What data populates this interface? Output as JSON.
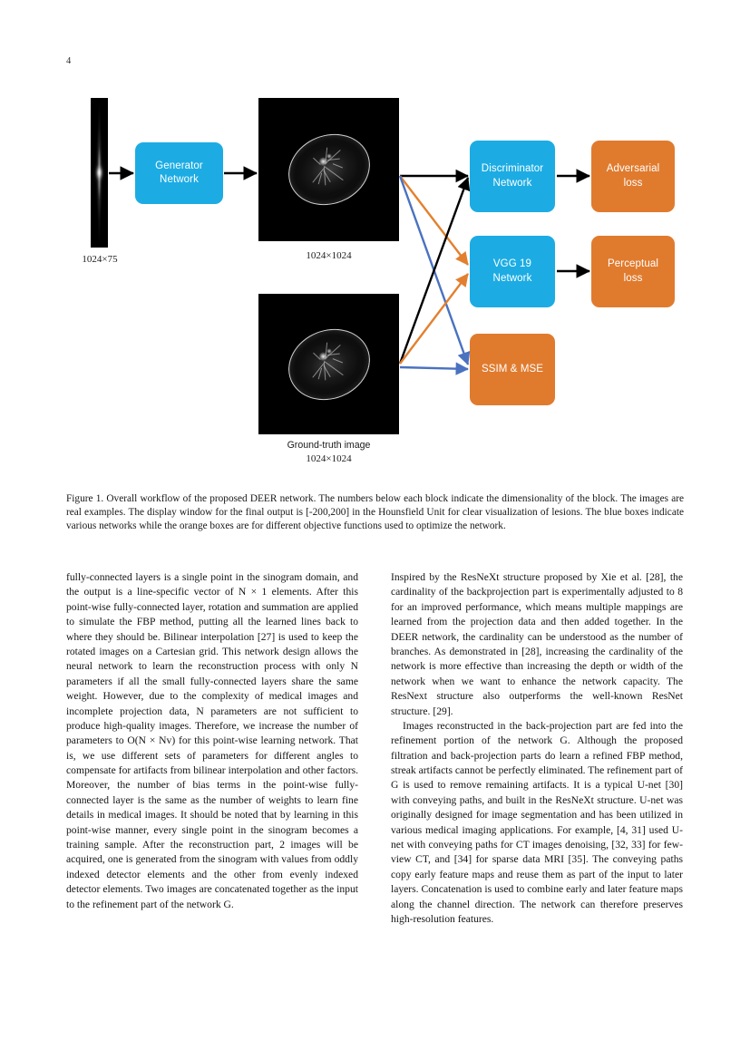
{
  "page": {
    "number": "4"
  },
  "figure": {
    "sinogram_label": "1024×75",
    "output_label": "1024×1024",
    "ground_truth_label": "Ground-truth image",
    "ground_truth_dim": "1024×1024",
    "boxes": {
      "generator": "Generator\nNetwork",
      "generator_line1": "Generator",
      "generator_line2": "Network",
      "discriminator_line1": "Discriminator",
      "discriminator_line2": "Network",
      "vgg_line1": "VGG 19",
      "vgg_line2": "Network",
      "ssim": "SSIM & MSE",
      "adversarial_line1": "Adversarial",
      "adversarial_line2": "loss",
      "perceptual_line1": "Perceptual",
      "perceptual_line2": "loss"
    },
    "colors": {
      "network_blue": "#1CACE3",
      "loss_orange": "#E07B2E",
      "arrow_black": "#000000",
      "arrow_blue": "#4A72C0",
      "arrow_orange": "#E2802F"
    }
  },
  "caption": {
    "text": "Figure 1. Overall workflow of the proposed DEER network. The numbers below each block indicate the dimensionality of the block. The images are real examples. The display window for the final output is [-200,200] in the Hounsfield Unit for clear visualization of lesions. The blue boxes indicate various networks while the orange boxes are for different objective functions used to optimize the network."
  },
  "body": {
    "left_column": [
      "fully-connected layers is a single point in the sinogram domain, and the output is a line-specific vector of N × 1 elements. After this point-wise fully-connected layer, rotation and summation are applied to simulate the FBP method, putting all the learned lines back to where they should be. Bilinear interpolation [27] is used to keep the rotated images on a Cartesian grid. This network design allows the neural network to learn the reconstruction process with only N parameters if all the small fully-connected layers share the same weight. However, due to the complexity of medical images and incomplete projection data, N parameters are not sufficient to produce high-quality images. Therefore, we increase the number of parameters to O(N × Nv) for this point-wise learning network. That is, we use different sets of parameters for different angles to compensate for artifacts from bilinear interpolation and other factors. Moreover, the number of bias terms in the point-wise fully-connected layer is the same as the number of weights to learn fine details in medical images. It should be noted that by learning in this point-wise manner, every single point in the sinogram becomes a training sample. After the reconstruction part, 2 images will be acquired, one is generated from the sinogram with values from oddly indexed detector elements and the other from evenly indexed detector elements. Two images are concatenated together as the input to the refinement part of the network G."
    ],
    "right_column": [
      "Inspired by the ResNeXt structure proposed by Xie et al. [28], the cardinality of the backprojection part is experimentally adjusted to 8 for an improved performance, which means multiple mappings are learned from the projection data and then added together. In the DEER network, the cardinality can be understood as the number of branches. As demonstrated in [28], increasing the cardinality of the network is more effective than increasing the depth or width of the network when we want to enhance the network capacity. The ResNext structure also outperforms the well-known ResNet structure. [29].",
      "Images reconstructed in the back-projection part are fed into the refinement portion of the network G. Although the proposed filtration and back-projection parts do learn a refined FBP method, streak artifacts cannot be perfectly eliminated. The refinement part of G is used to remove remaining artifacts. It is a typical U-net [30] with conveying paths, and built in the ResNeXt structure. U-net was originally designed for image segmentation and has been utilized in various medical imaging applications. For example, [4, 31] used U-net with conveying paths for CT images denoising, [32, 33] for few-view CT, and [34] for sparse data MRI [35]. The conveying paths copy early feature maps and reuse them as part of the input to later layers. Concatenation is used to combine early and later feature maps along the channel direction. The network can therefore preserves high-resolution features."
    ]
  }
}
